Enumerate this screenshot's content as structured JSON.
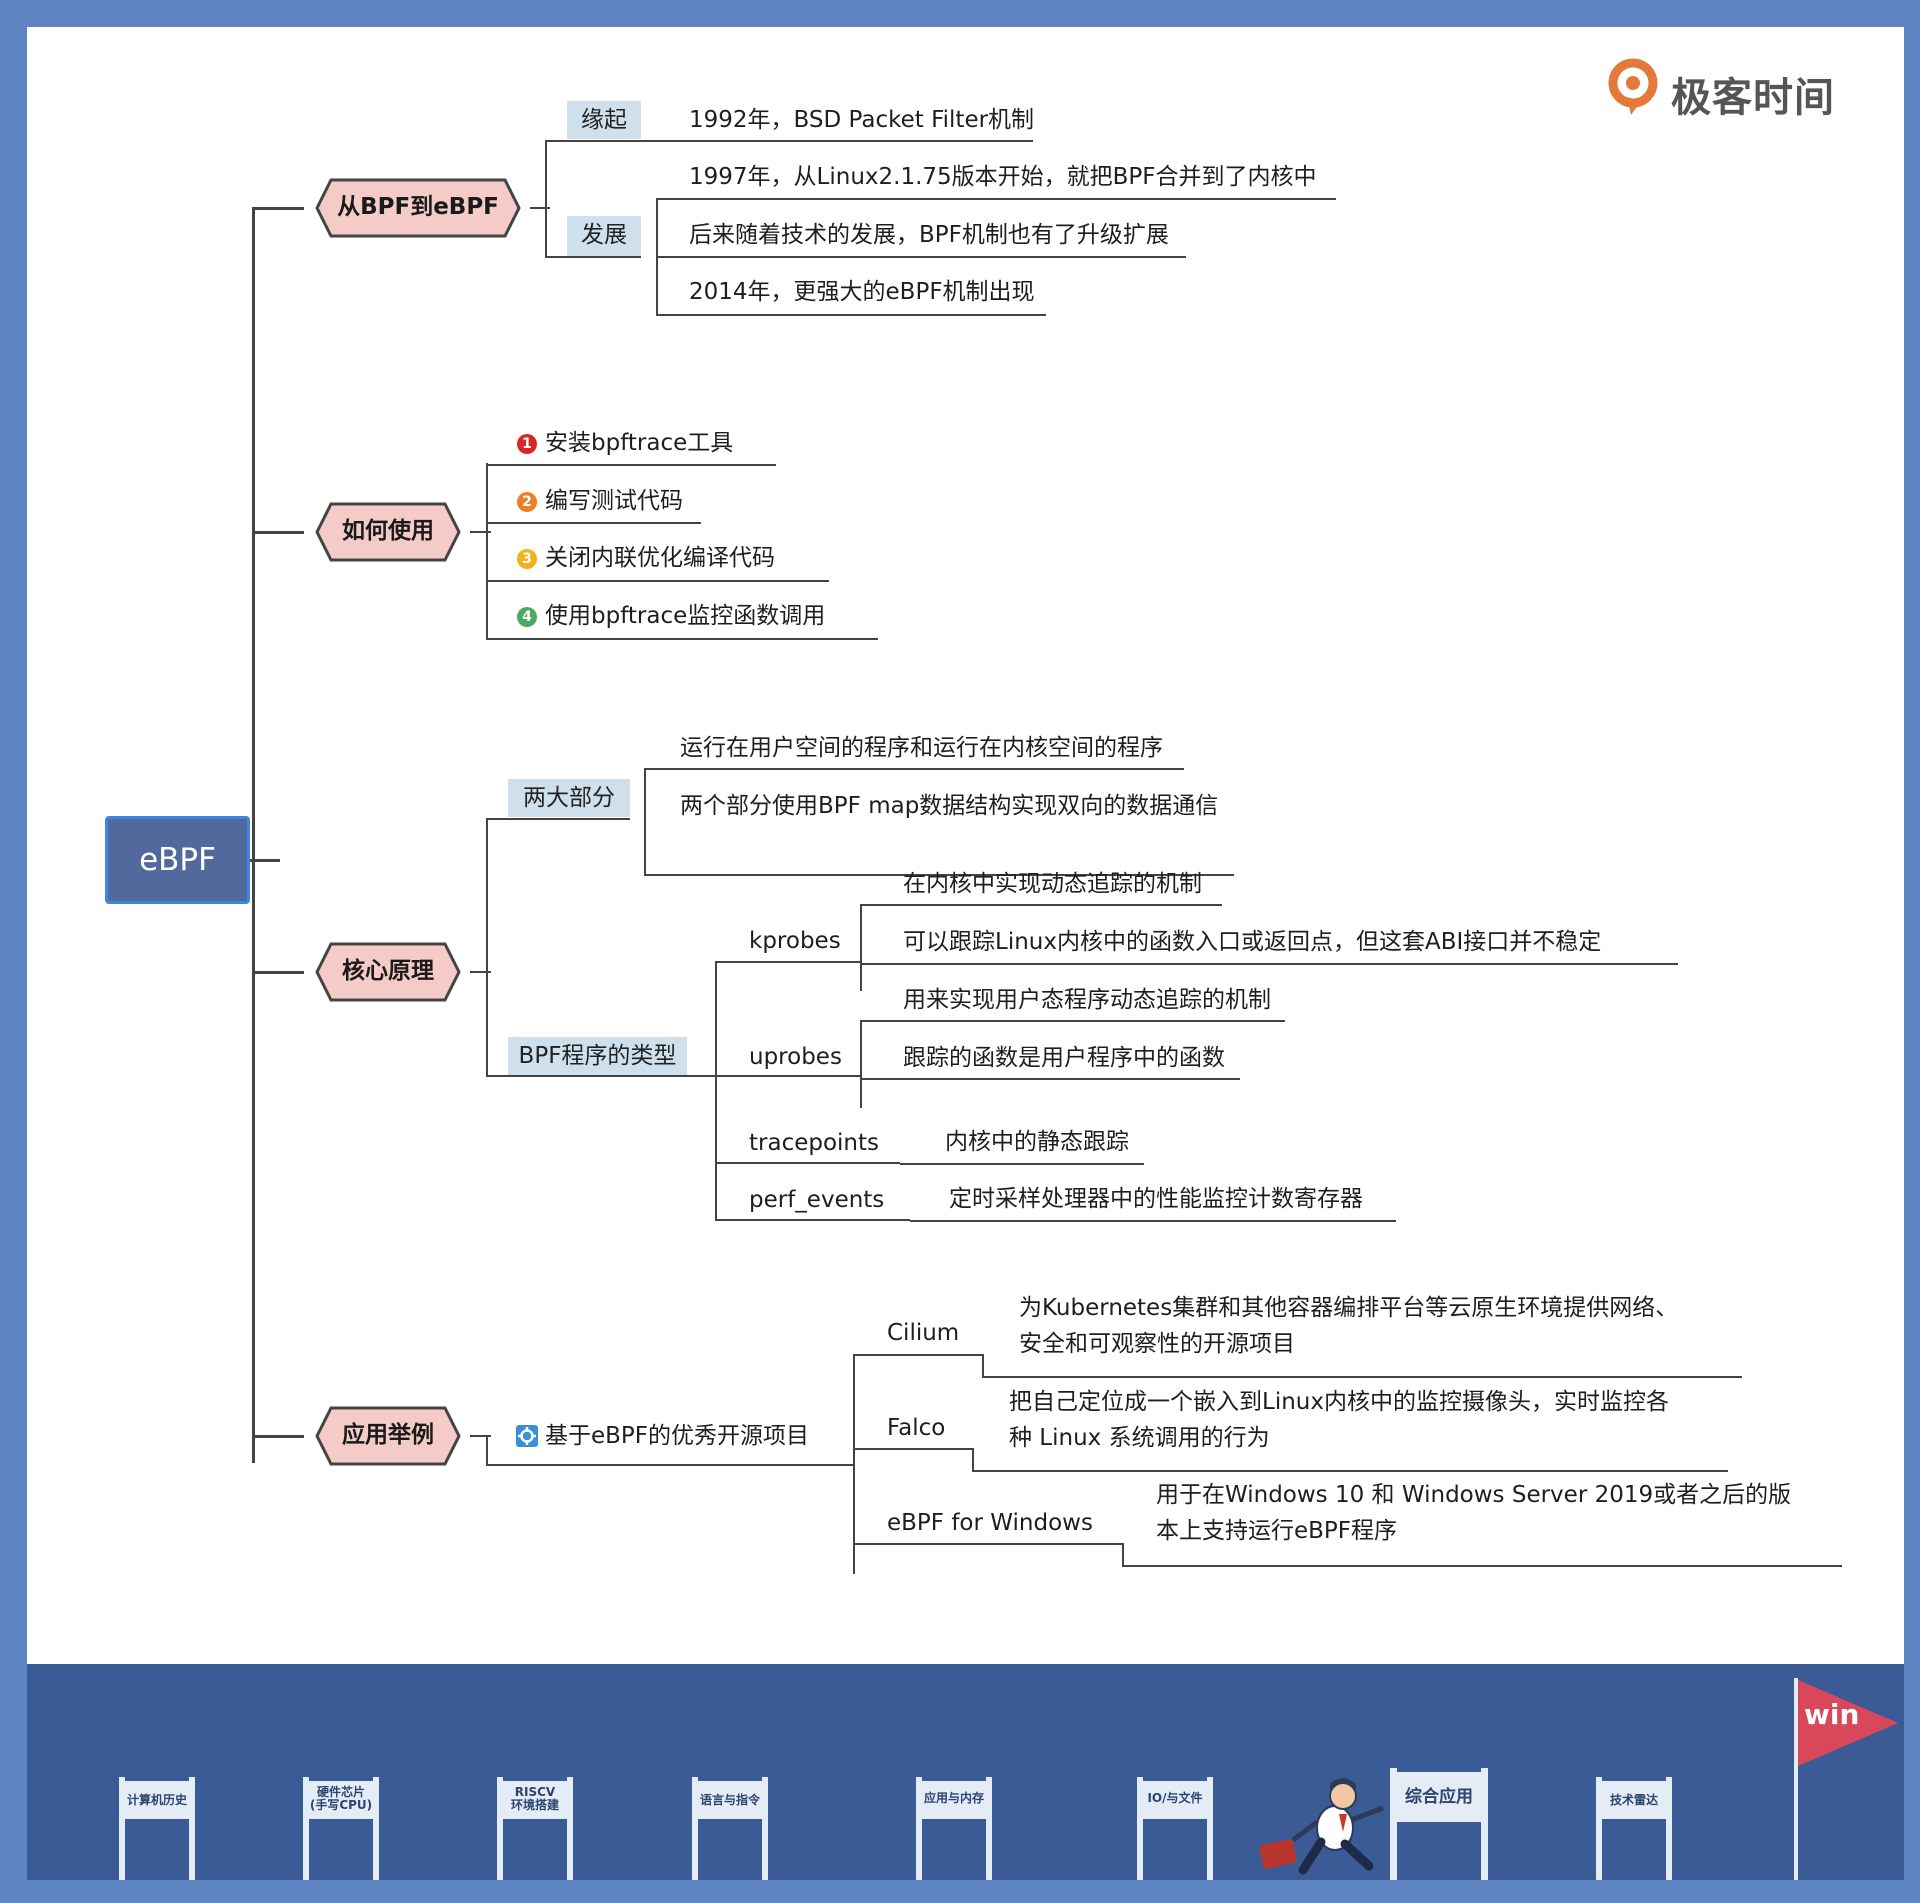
{
  "brand": {
    "name": "极客时间",
    "color": "#e5793a"
  },
  "root": {
    "label": "eBPF"
  },
  "branches": {
    "history": {
      "label": "从BPF到eBPF",
      "origin": {
        "tag": "缘起",
        "text": "1992年，BSD Packet Filter机制"
      },
      "development": {
        "tag": "发展",
        "items": [
          "1997年，从Linux2.1.75版本开始，就把BPF合并到了内核中",
          "后来随着技术的发展，BPF机制也有了升级扩展",
          "2014年，更强大的eBPF机制出现"
        ]
      }
    },
    "usage": {
      "label": "如何使用",
      "steps": [
        {
          "num": "1",
          "color": "#d9262b",
          "text": "安装bpftrace工具"
        },
        {
          "num": "2",
          "color": "#ef7e2a",
          "text": "编写测试代码"
        },
        {
          "num": "3",
          "color": "#f2b21f",
          "text": "关闭内联优化编译代码"
        },
        {
          "num": "4",
          "color": "#4aaa62",
          "text": "使用bpftrace监控函数调用"
        }
      ]
    },
    "principle": {
      "label": "核心原理",
      "parts": {
        "tag": "两大部分",
        "items": [
          "运行在用户空间的程序和运行在内核空间的程序",
          "两个部分使用BPF map数据结构实现双向的数据通信"
        ]
      },
      "types": {
        "tag": "BPF程序的类型",
        "kprobes": {
          "name": "kprobes",
          "items": [
            "在内核中实现动态追踪的机制",
            "可以跟踪Linux内核中的函数入口或返回点，但这套ABI接口并不稳定"
          ]
        },
        "uprobes": {
          "name": "uprobes",
          "items": [
            "用来实现用户态程序动态追踪的机制",
            "跟踪的函数是用户程序中的函数"
          ]
        },
        "tracepoints": {
          "name": "tracepoints",
          "desc": "内核中的静态跟踪"
        },
        "perf_events": {
          "name": "perf_events",
          "desc": "定时采样处理器中的性能监控计数寄存器"
        }
      }
    },
    "examples": {
      "label": "应用举例",
      "node": {
        "icon": "gear-icon",
        "text": "基于eBPF的优秀开源项目"
      },
      "projects": [
        {
          "name": "Cilium",
          "line1": "为Kubernetes集群和其他容器编排平台等云原生环境提供网络、",
          "line2": "安全和可观察性的开源项目"
        },
        {
          "name": "Falco",
          "line1": "把自己定位成一个嵌入到Linux内核中的监控摄像头，实时监控各",
          "line2": "种 Linux 系统调用的行为"
        },
        {
          "name": "eBPF for Windows",
          "line1": "用于在Windows 10 和 Windows Server 2019或者之后的版",
          "line2": "本上支持运行eBPF程序"
        }
      ]
    }
  },
  "progress": {
    "stages": [
      "计算机历史",
      "硬件芯片\n(手写CPU)",
      "RISCV\n环境搭建",
      "语言与指令",
      "应用与内存",
      "IO/与文件",
      "综合应用",
      "技术雷达"
    ],
    "current": "综合应用",
    "finish_flag": "win"
  }
}
